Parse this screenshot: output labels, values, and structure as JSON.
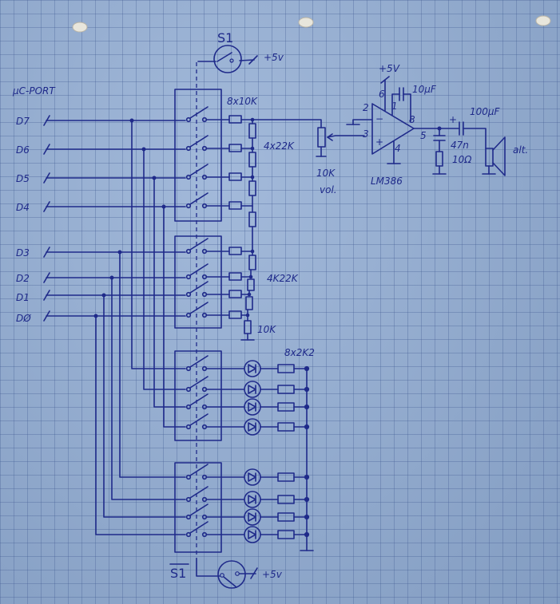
{
  "diagram": {
    "type": "hand-drawn schematic",
    "port_label": "µC-PORT",
    "port_pins": [
      "D7",
      "D6",
      "D5",
      "D4",
      "D3",
      "D2",
      "D1",
      "DØ"
    ],
    "switch_top": {
      "label": "S1",
      "supply": "+5v"
    },
    "switch_bottom": {
      "label": "S1",
      "supply": "+5v",
      "overline": true
    },
    "resistor_ladder": {
      "series_label": "8x10K",
      "shunt_label_top": "4x22K",
      "shunt_label_bottom": "4K22K",
      "ground_resistor": "10K"
    },
    "volume_pot": {
      "value": "10K",
      "label": "vol."
    },
    "amplifier": {
      "ic": "LM386",
      "supply": "+5V",
      "pins": {
        "inv": "2",
        "noninv": "3",
        "vcc": "6",
        "gain1": "1",
        "gain8": "8",
        "gnd": "4",
        "out": "5"
      },
      "gain_cap": "10µF"
    },
    "output_network": {
      "coupling_cap": "100µF",
      "zobel_cap": "47n",
      "zobel_res": "10Ω",
      "speaker": "alt."
    },
    "led_bank": {
      "resistor_label": "8x2K2",
      "led_count": 8
    }
  }
}
